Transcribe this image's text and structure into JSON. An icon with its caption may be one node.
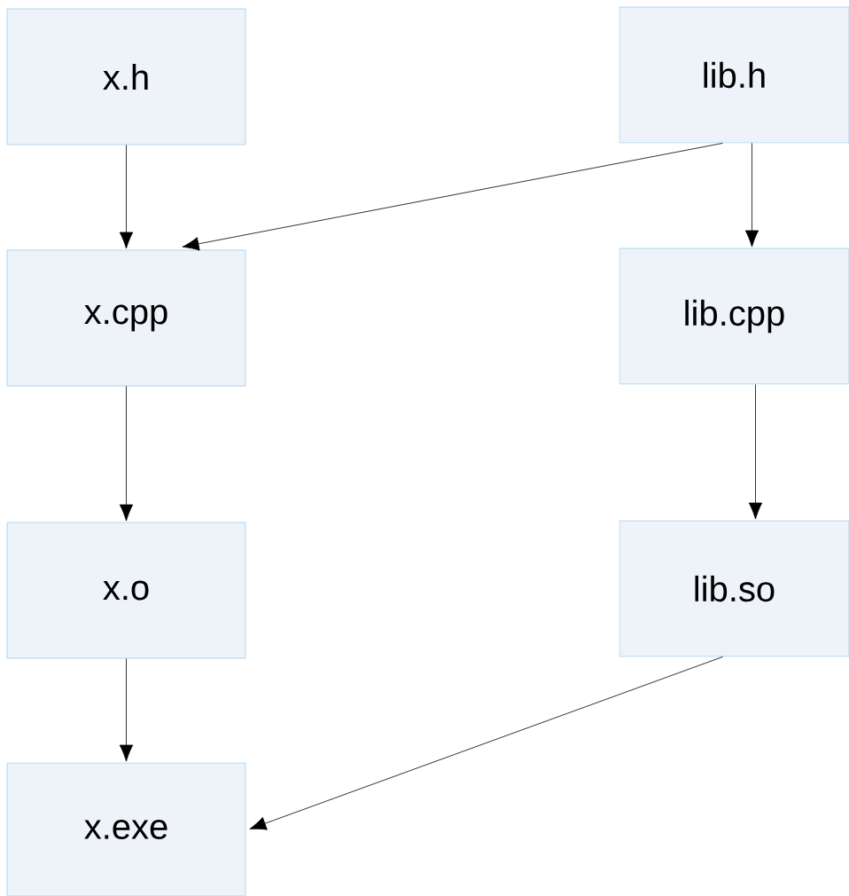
{
  "diagram": {
    "nodes": [
      {
        "text": [
          "x.h"
        ]
      },
      {
        "text": [
          "lib.h"
        ]
      },
      {
        "text": [
          "x.cpp"
        ]
      },
      {
        "text": [
          "lib.cpp"
        ]
      },
      {
        "text": [
          "x.o"
        ]
      },
      {
        "text": [
          "lib.so"
        ]
      },
      {
        "text": [
          "x.exe"
        ]
      }
    ],
    "edges": [
      {
        "from": 0,
        "to": 2,
        "arrow": "to"
      },
      {
        "from": 1,
        "to": 2,
        "arrow": "to"
      },
      {
        "from": 1,
        "to": 3,
        "arrow": "to"
      },
      {
        "from": 2,
        "to": 4,
        "arrow": "to"
      },
      {
        "from": 3,
        "to": 5,
        "arrow": "to"
      },
      {
        "from": 4,
        "to": 6,
        "arrow": "to"
      },
      {
        "from": 5,
        "to": 6,
        "arrow": "to"
      }
    ]
  }
}
